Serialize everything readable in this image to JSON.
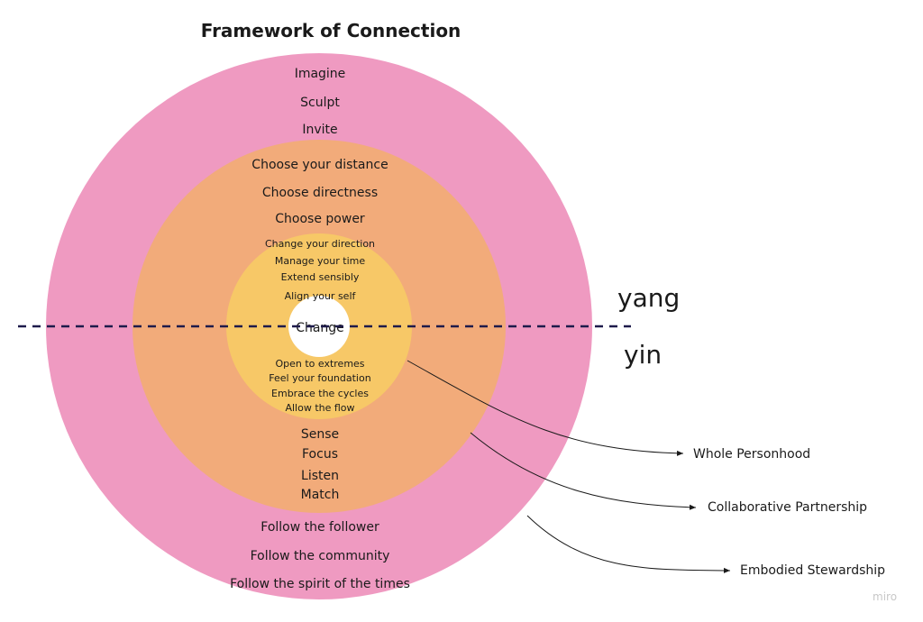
{
  "title": "Framework of Connection",
  "colors": {
    "outer_ring": "#EF9AC1",
    "middle_ring": "#F2AB7A",
    "inner_ring": "#F7C867",
    "core": "#FFFFFF",
    "divider": "#1E1B4B",
    "text": "#1a1a1a",
    "watermark": "#c8c8c8"
  },
  "center": {
    "label": "Change"
  },
  "outer_ring": {
    "yang": [
      "Imagine",
      "Sculpt",
      "Invite"
    ],
    "yin": [
      "Follow the follower",
      "Follow the community",
      "Follow the spirit of the times"
    ]
  },
  "middle_ring": {
    "yang": [
      "Choose your distance",
      "Choose directness",
      "Choose power"
    ],
    "yin": [
      "Sense",
      "Focus",
      "Listen",
      "Match"
    ]
  },
  "inner_ring": {
    "yang": [
      "Change your direction",
      "Manage your time",
      "Extend sensibly",
      "Align your self"
    ],
    "yin": [
      "Open to extremes",
      "Feel your foundation",
      "Embrace the cycles",
      "Allow the flow"
    ]
  },
  "divider_labels": {
    "top": "yang",
    "bottom": "yin"
  },
  "callouts": [
    "Whole Personhood",
    "Collaborative Partnership",
    "Embodied Stewardship"
  ],
  "watermark": "miro"
}
